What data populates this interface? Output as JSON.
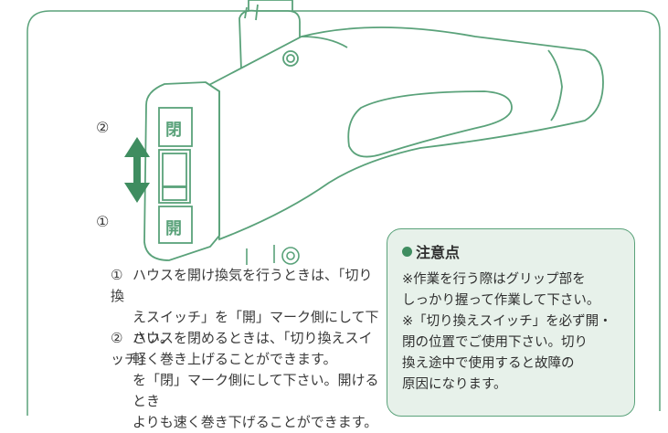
{
  "diagram": {
    "labels": {
      "top_number": "②",
      "bottom_number": "①",
      "top_mark": "閉",
      "bottom_mark": "開"
    },
    "colors": {
      "line": "#5aa27a",
      "arrow": "#3f8d60",
      "caution_bg": "#e7f1ea",
      "text": "#3a3a3a"
    }
  },
  "instructions": [
    {
      "number": "①",
      "lines": [
        "ハウスを開け換気を行うときは、「切り換",
        "えスイッチ」を「開」マーク側にして下さい。",
        "軽く巻き上げることができます。"
      ]
    },
    {
      "number": "②",
      "lines": [
        "ハウスを閉めるときは、「切り換えスイッチ」",
        "を「閉」マーク側にして下さい。開けるとき",
        "よりも速く巻き下げることができます。"
      ]
    }
  ],
  "caution": {
    "title": "注意点",
    "lines": [
      "※作業を行う際はグリップ部を",
      "しっかり握って作業して下さい。",
      "※「切り換えスイッチ」を必ず開・",
      "閉の位置でご使用下さい。切り",
      "換え途中で使用すると故障の",
      "原因になります。"
    ]
  }
}
